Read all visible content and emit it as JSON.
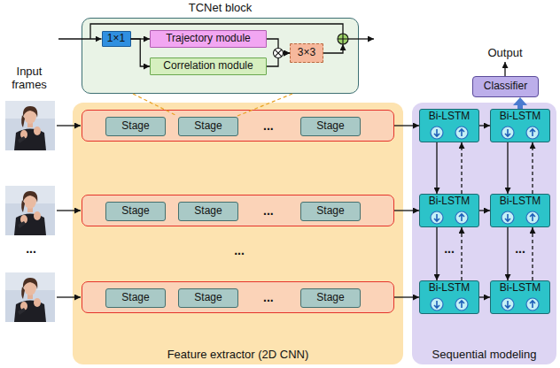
{
  "diagram": {
    "nodes": [
      {
        "text": [
          "TCNet block"
        ]
      },
      {
        "text": [
          "1×1"
        ],
        "in": 0
      },
      {
        "text": [
          "Trajectory module"
        ],
        "in": 0
      },
      {
        "text": [
          "Correlation module"
        ],
        "in": 0
      },
      {
        "text": [
          "3×3"
        ],
        "in": 0
      },
      {
        "text": [
          "Classifier"
        ]
      },
      {
        "text": [
          "Feature extractor (2D CNN)"
        ]
      },
      {
        "text": [
          "..."
        ],
        "in": 6
      },
      {
        "text": [
          "Stage"
        ],
        "in": 7
      },
      {
        "text": [
          "Stage"
        ],
        "in": 7
      },
      {
        "text": [
          "Stage"
        ],
        "in": 7
      },
      {
        "text": [
          "..."
        ],
        "in": 6
      },
      {
        "text": [
          "Stage"
        ],
        "in": 11
      },
      {
        "text": [
          "Stage"
        ],
        "in": 11
      },
      {
        "text": [
          "Stage"
        ],
        "in": 11
      },
      {
        "text": [
          "..."
        ],
        "in": 6
      },
      {
        "text": [
          "Stage"
        ],
        "in": 15
      },
      {
        "text": [
          "Stage"
        ],
        "in": 15
      },
      {
        "text": [
          "Stage"
        ],
        "in": 15
      },
      {
        "text": [
          "Sequential modeling"
        ]
      },
      {
        "text": [
          "Bi-LSTM"
        ],
        "in": 19
      },
      {
        "text": [
          "Bi-LSTM"
        ],
        "in": 19
      },
      {
        "text": [
          "Bi-LSTM"
        ],
        "in": 19
      },
      {
        "text": [
          "Bi-LSTM"
        ],
        "in": 19
      },
      {
        "text": [
          "Bi-LSTM"
        ],
        "in": 19
      },
      {
        "text": [
          "Bi-LSTM"
        ],
        "in": 19
      }
    ],
    "edges": [
      {
        "from": 1,
        "to": 2,
        "arrow": "to"
      },
      {
        "from": 1,
        "to": 3,
        "arrow": "to"
      },
      {
        "from": 2,
        "to": 4,
        "arrow": "to"
      },
      {
        "from": 3,
        "to": 4,
        "arrow": "to"
      },
      {
        "from": 21,
        "to": 5,
        "arrow": "to"
      },
      {
        "from": 7,
        "to": 20,
        "arrow": "to"
      },
      {
        "from": 11,
        "to": 22,
        "arrow": "to"
      },
      {
        "from": 15,
        "to": 24,
        "arrow": "to"
      },
      {
        "from": 20,
        "to": 21,
        "arrow": "to"
      },
      {
        "from": 22,
        "to": 23,
        "arrow": "to"
      },
      {
        "from": 24,
        "to": 25,
        "arrow": "to"
      },
      {
        "from": 20,
        "to": 22,
        "arrow": "to"
      },
      {
        "from": 22,
        "to": 20,
        "arrow": "to"
      },
      {
        "from": 22,
        "to": 24,
        "arrow": "to"
      },
      {
        "from": 24,
        "to": 22,
        "arrow": "to"
      },
      {
        "from": 21,
        "to": 23,
        "arrow": "to"
      },
      {
        "from": 23,
        "to": 21,
        "arrow": "to"
      },
      {
        "from": 23,
        "to": 25,
        "arrow": "to"
      },
      {
        "from": 25,
        "to": 23,
        "arrow": "to"
      }
    ],
    "labels": [
      "Output",
      "Input frames",
      "...",
      "...",
      "...",
      "..."
    ]
  }
}
